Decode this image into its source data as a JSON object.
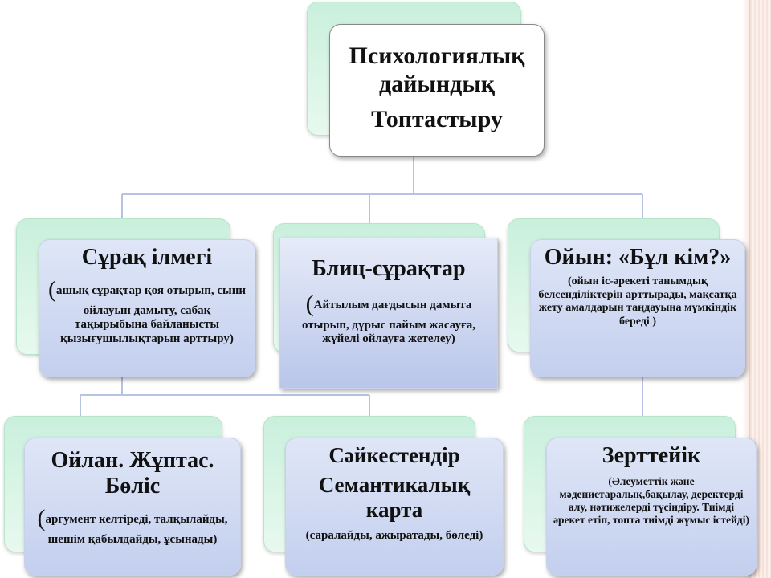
{
  "root": {
    "title": "Психологиялық дайындық",
    "subtitle": "Топтастыру"
  },
  "nodes": [
    {
      "id": "surak",
      "title": "Сұрақ ілмегі",
      "paren": "(",
      "description": "ашық сұрақтар қоя отырып, сыни ойлауын дамыту, сабақ тақырыбына байланысты қызығушылықтарын арттыру)"
    },
    {
      "id": "blic",
      "title": "Блиц-сұрақтар",
      "paren": "(",
      "description": "Айтылым дағдысын дамыта отырып, дұрыс пайым жасауға, жүйелі ойлауға жетелеу)"
    },
    {
      "id": "oiyn",
      "title": "Ойын: «Бұл кім?»",
      "description": "(ойын іс-әрекеті танымдық белсенділіктерін арттырады, мақсатқа жету амалдарын таңдауына мүмкіндік береді )"
    },
    {
      "id": "oilan",
      "title": "Ойлан. Жұптас. Бөліс",
      "paren": "(",
      "description": "аргумент келтіреді, талқылайды, шешім қабылдайды, ұсынады)"
    },
    {
      "id": "saikes",
      "title": "Сәйкестендір",
      "title2": "Семантикалық карта",
      "description": "(саралайды, ажыратады, бөледі)"
    },
    {
      "id": "zertt",
      "title": "Зерттейік",
      "description": "(Әлеуметтік және мәдениетаралық,бақылау, деректерді алу, нәтижелерді түсіндіру. Тиімді әрекет етіп, топта тиімді жұмыс істейді)"
    }
  ]
}
